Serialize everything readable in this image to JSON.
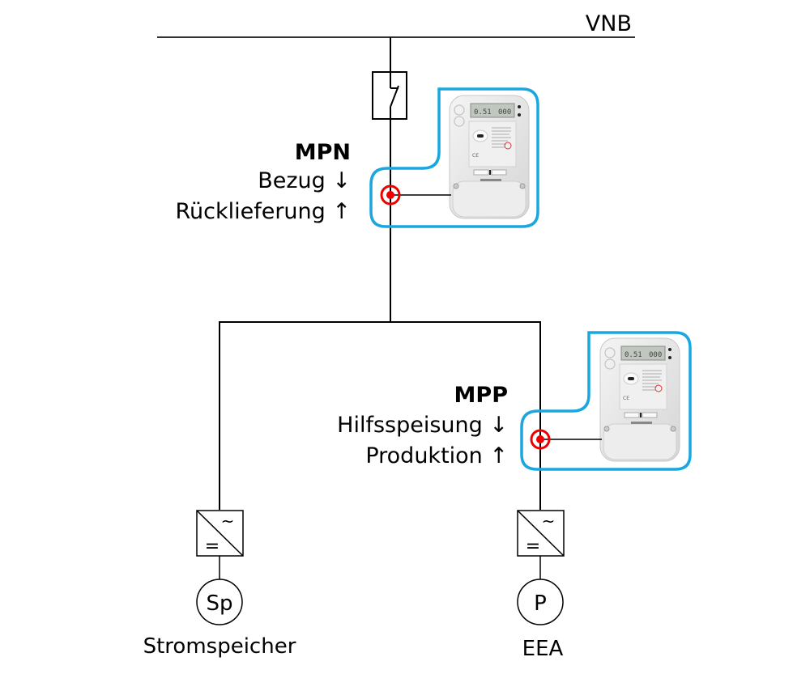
{
  "grid": {
    "label": "VNB"
  },
  "main_switch": {
    "label": ""
  },
  "mpn": {
    "title": "MPN",
    "line1": "Bezug ↓",
    "line2": "Rücklieferung ↑"
  },
  "mpp": {
    "title": "MPP",
    "line1": "Hilfsspeisung ↓",
    "line2": "Produktion ↑"
  },
  "storage": {
    "inverter_ac_symbol": "~",
    "inverter_dc_symbol": "=",
    "source_symbol": "Sp",
    "label": "Stromspeicher"
  },
  "generator": {
    "inverter_ac_symbol": "~",
    "inverter_dc_symbol": "=",
    "source_symbol": "P",
    "label": "EEA"
  },
  "colors": {
    "wire": "#000000",
    "meter_outline": "#1aa7e0",
    "measuring_point": "#ee0000",
    "meter_body": "#e6e6e6"
  }
}
